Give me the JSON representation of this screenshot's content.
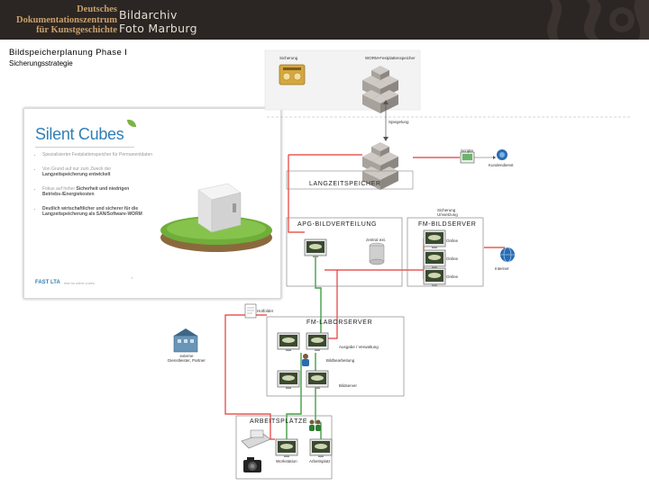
{
  "header": {
    "logo_line1": "Deutsches",
    "logo_line2": "Dokumentationszentrum",
    "logo_line3": "für Kunstgeschichte",
    "sub_line1": "Bildarchiv",
    "sub_line2": "Foto Marburg"
  },
  "page": {
    "title": "Bildspeicherplanung Phase I",
    "subtitle": "Sicherungsstrategie"
  },
  "slide": {
    "brand": "Silent Cubes",
    "bullets": [
      {
        "text": "Spezialisierter Festplattenspeicher für Permanentdaten",
        "bold": ""
      },
      {
        "text": "Von Grund auf nur zum Zweck der",
        "bold": "Langzeitspeicherung entwickelt"
      },
      {
        "text": "Fokus auf hoher",
        "bold": "Sicherheit und niedrigen Betriebs-/Energiekosten"
      },
      {
        "text": "",
        "bold": "Deutlich wirtschaftlicher und sicherer für die Langzeitspeicherung als SAN/Software-WORM"
      }
    ],
    "footer_brand": "FAST LTA",
    "footer_small": "fast lta silent cubes"
  },
  "diagram": {
    "box_titles": {
      "langzeit": "LANGZEITSPEICHER",
      "apg": "APG-BILDVERTEILUNG",
      "fmbild": "FM-BILDSERVER",
      "fmlabor": "FM-LABORSERVER",
      "arbeit": "ARBEITSPLÄTZE"
    },
    "labels": {
      "sicherung": "Sicherung",
      "worm": "WORM-Festplattenspeicher",
      "spiegelung": "Spiegelung",
      "scripte": "Scripte",
      "kundendienst": "Kundendienst",
      "sicherung2": "Sicherung Umsetzung",
      "zentral": "zentral ext.",
      "online1": "Online",
      "online2": "Online",
      "online3": "Online",
      "internet": "Internet",
      "hotfolder": "Hotfolder",
      "externe": "externe Dienstleister, Partner",
      "ausgabe": "Ausgabe / Verwaltung",
      "bildbearbeitung": "Bildbearbeitung",
      "bildserver_labor": "Bildserver",
      "arb_left": "Workstation",
      "arb_right": "Arbeitsplatz"
    },
    "colors": {
      "red": "#e53935",
      "green": "#43a047",
      "box_border": "#8a8a8a"
    }
  }
}
